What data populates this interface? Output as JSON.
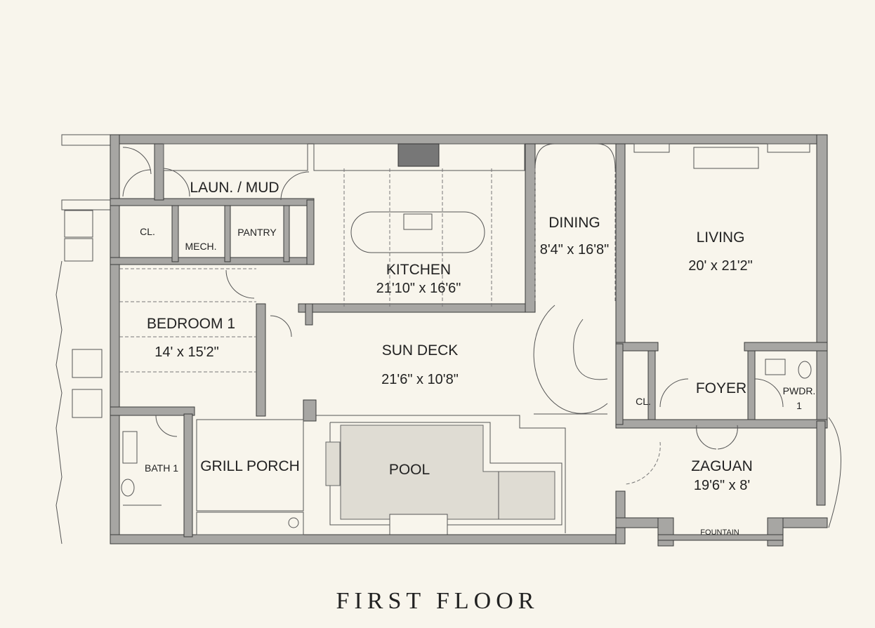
{
  "title": "FIRST FLOOR",
  "rooms": {
    "laundry": {
      "name": "LAUN. / MUD"
    },
    "closet_left": {
      "name": "CL."
    },
    "mech": {
      "name": "MECH."
    },
    "pantry": {
      "name": "PANTRY"
    },
    "kitchen": {
      "name": "KITCHEN",
      "dim": "21'10\" x 16'6\""
    },
    "dining": {
      "name": "DINING",
      "dim": "8'4\" x 16'8\""
    },
    "living": {
      "name": "LIVING",
      "dim": "20' x 21'2\""
    },
    "bedroom1": {
      "name": "BEDROOM 1",
      "dim": "14' x 15'2\""
    },
    "sun_deck": {
      "name": "SUN DECK",
      "dim": "21'6\" x 10'8\""
    },
    "foyer": {
      "name": "FOYER"
    },
    "closet_foyer": {
      "name": "CL."
    },
    "powder": {
      "name": "PWDR.",
      "num": "1"
    },
    "bath1": {
      "name": "BATH 1"
    },
    "grill_porch": {
      "name": "GRILL PORCH"
    },
    "pool": {
      "name": "POOL"
    },
    "zaguan": {
      "name": "ZAGUAN",
      "dim": "19'6\" x 8'"
    },
    "fountain": {
      "name": "FOUNTAIN"
    }
  }
}
